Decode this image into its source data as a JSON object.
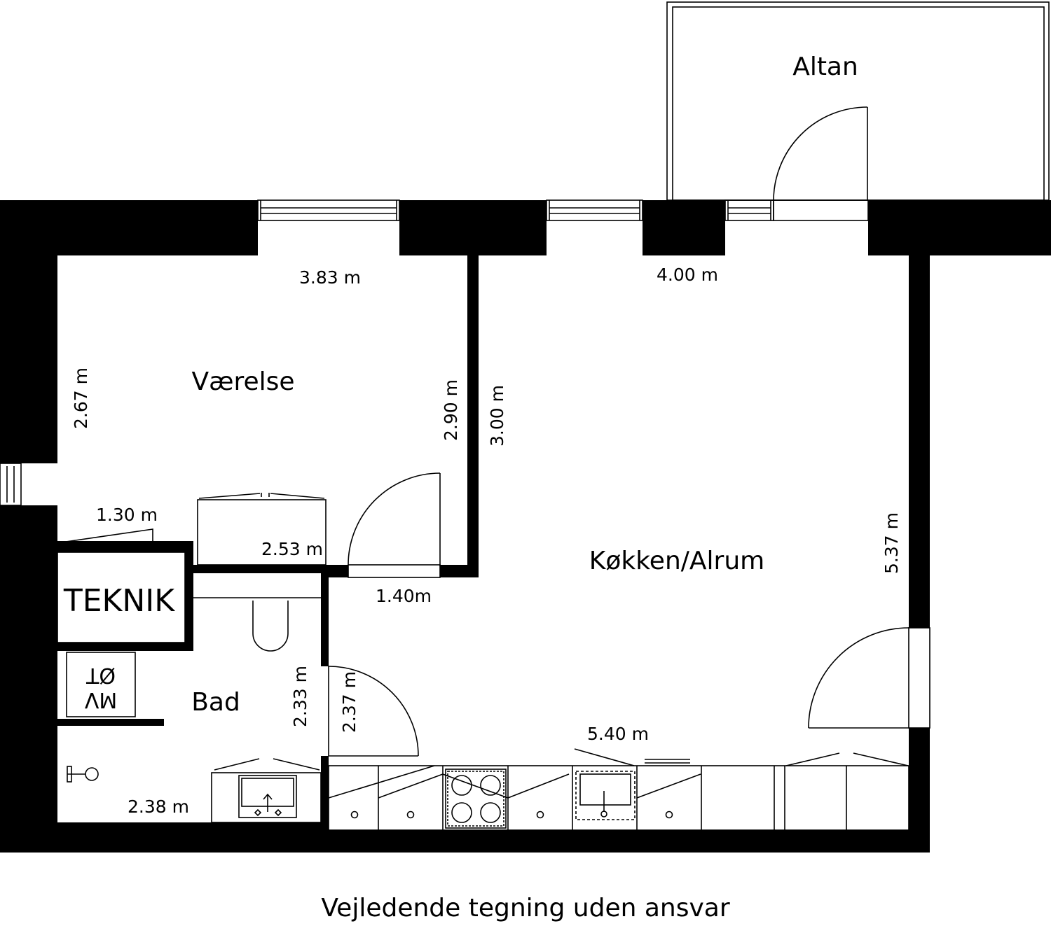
{
  "rooms": {
    "altan": "Altan",
    "vaerelse": "Værelse",
    "kokken": "Køkken/Alrum",
    "bad": "Bad",
    "teknik": "TEKNIK",
    "mv_top": "MV",
    "mv_bottom": "ØT"
  },
  "dimensions": {
    "vaerelse_width": "3.83 m",
    "kokken_top_width": "4.00 m",
    "vaerelse_left_height": "2.67 m",
    "vaerelse_right_height": "2.90 m",
    "kokken_left_height": "3.00 m",
    "kokken_right_height": "5.37 m",
    "hall_width": "1.30 m",
    "closet_width": "2.53 m",
    "door_width": "1.40m",
    "bad_height": "2.33 m",
    "hall_height": "2.37 m",
    "kitchen_length": "5.40 m",
    "bad_width": "2.38 m"
  },
  "footer": "Vejledende tegning uden ansvar"
}
